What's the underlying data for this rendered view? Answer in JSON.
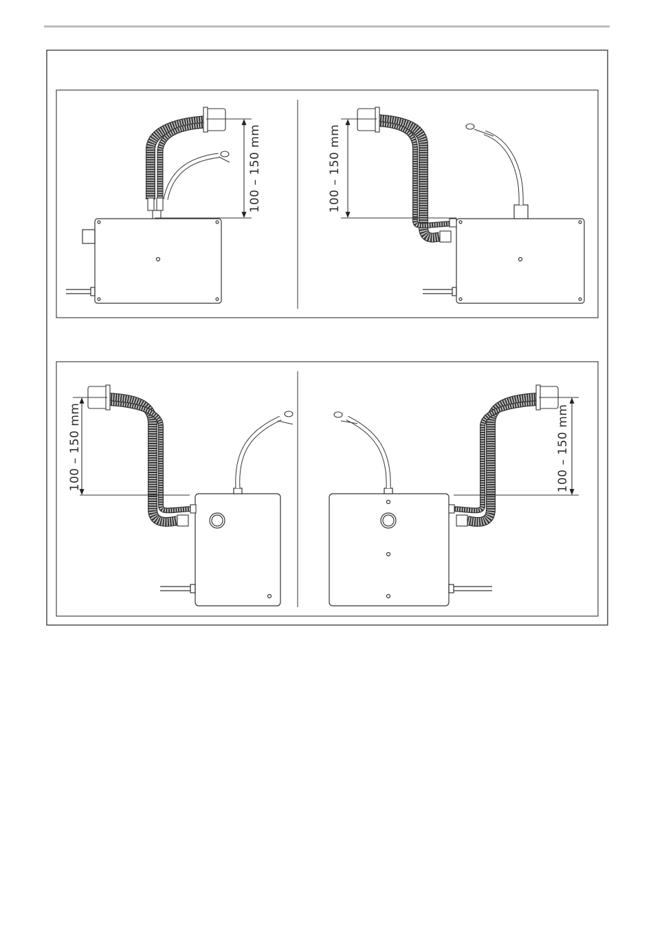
{
  "figure": {
    "dimension_label": "100 – 150 mm",
    "panels": [
      {
        "id": "top-left",
        "label": "100 – 150 mm"
      },
      {
        "id": "top-right",
        "label": "100 – 150 mm"
      },
      {
        "id": "bottom-left",
        "label": "100 – 150 mm"
      },
      {
        "id": "bottom-right",
        "label": "100 – 150 mm"
      }
    ]
  },
  "colors": {
    "line": "#333333",
    "hose_fill": "#d8d8d8",
    "rule": "#bdbdbd"
  }
}
